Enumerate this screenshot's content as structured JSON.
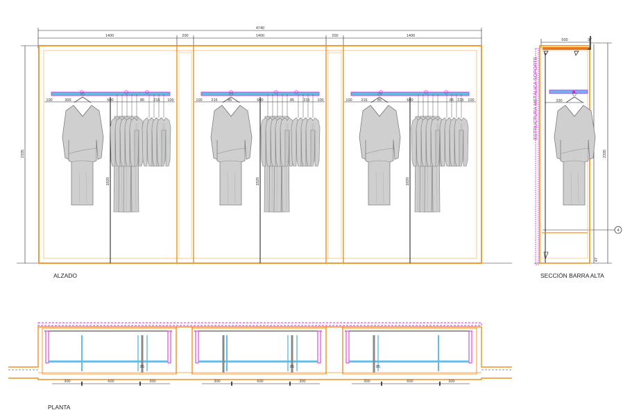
{
  "captions": {
    "elevation": "ALZADO",
    "section": "SECCIÓN BARRA ALTA",
    "plan": "PLANTA"
  },
  "elevation": {
    "total_width": "4740",
    "module_width": "1400",
    "gap_width": "200",
    "height": "2335",
    "bar_height": "1820",
    "rail_dims": [
      [
        "100",
        "300",
        "600",
        "85",
        "215",
        "100"
      ],
      [
        "100",
        "215",
        "85",
        "600",
        "85",
        "215",
        "100"
      ],
      [
        "100",
        "215",
        "85",
        "600",
        "85",
        "215",
        "100"
      ]
    ]
  },
  "section": {
    "depth": "500",
    "top_offset": "37",
    "hanger_offset": "330",
    "height": "2335",
    "bottom_dim": "47",
    "marker": "4",
    "pink_label": "ESTRUCTURA METÁLICA SOPORTE"
  },
  "plan": {
    "dims": [
      "300",
      "600",
      "300"
    ],
    "post_dim": "85"
  },
  "colors": {
    "frame": "#f0901e",
    "frame_light": "#f7c27e",
    "rail": "#62bde6",
    "magenta": "#e020e0",
    "line": "#111111",
    "garment": "#cfcfcf",
    "garment_stroke": "#7d7d7d"
  }
}
